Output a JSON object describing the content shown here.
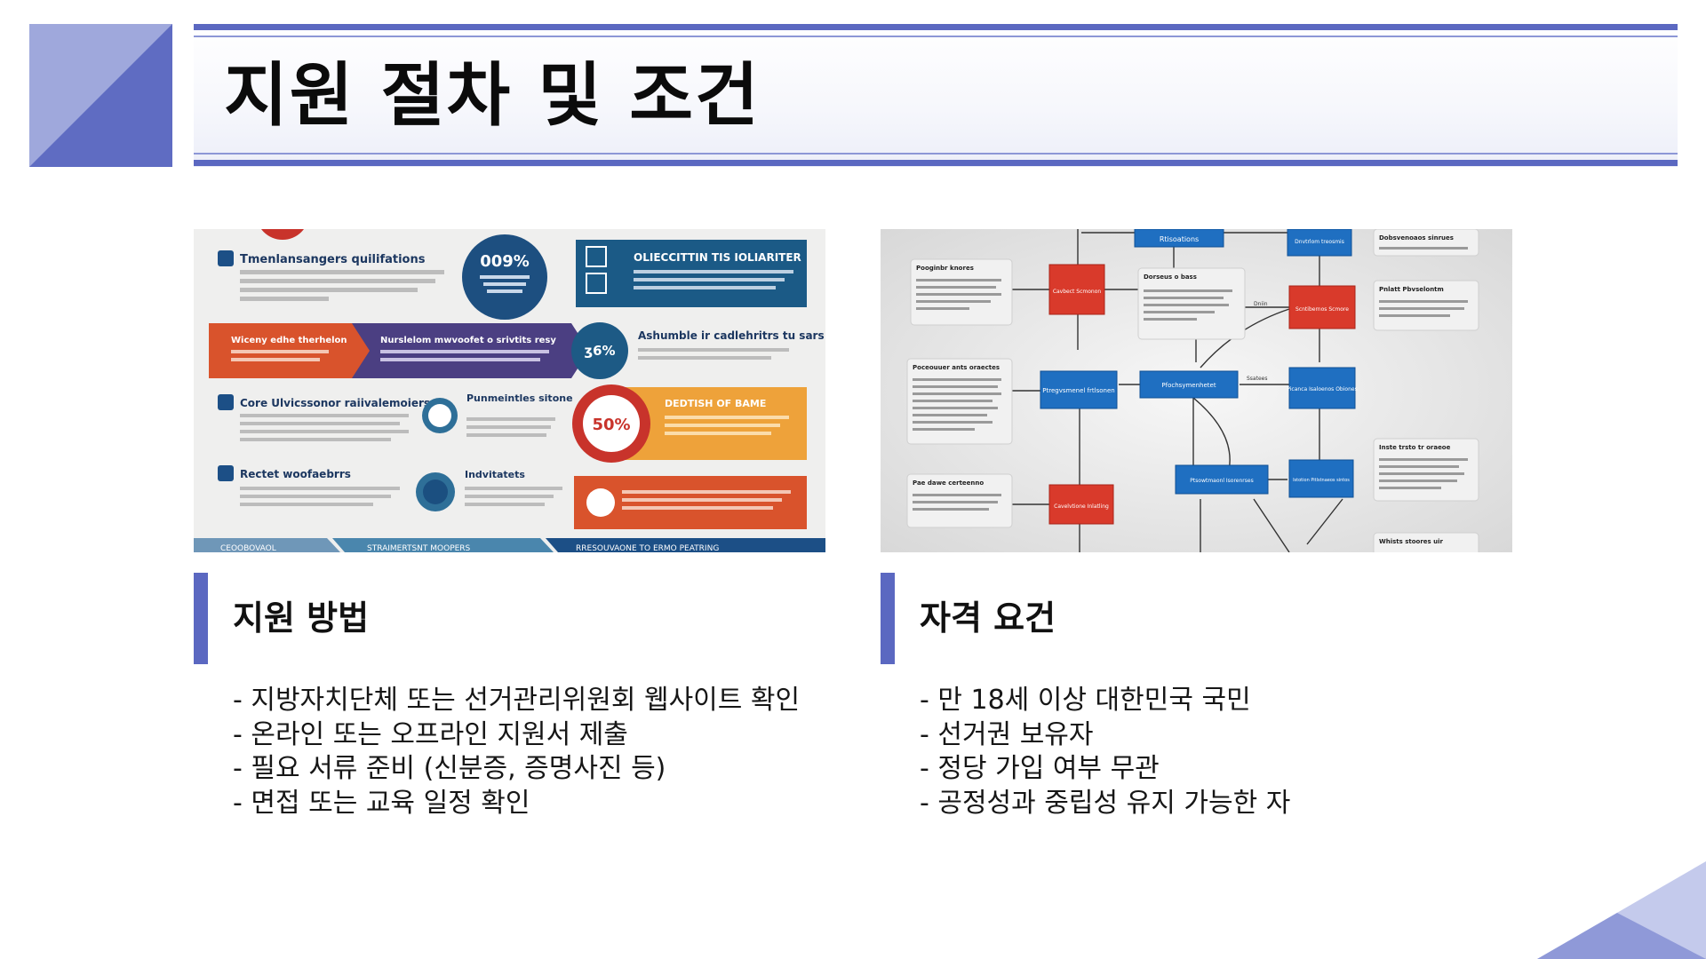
{
  "page": {
    "title": "지원 절차 및 조건"
  },
  "colors": {
    "accent": "#5b68c1",
    "accent_light": "#9fa8dc"
  },
  "sections": [
    {
      "heading": "지원 방법",
      "items": [
        "- 지방자치단체 또는 선거관리위원회 웹사이트 확인",
        "- 온라인 또는 오프라인 지원서 제출",
        "- 필요 서류 준비 (신분증, 증명사진 등)",
        "- 면접 또는 교육 일정 확인"
      ]
    },
    {
      "heading": "자격 요건",
      "items": [
        "- 만 18세 이상 대한민국 국민",
        "- 선거권 보유자",
        "- 정당 가입 여부 무관",
        "- 공정성과 중립성 유지 가능한 자"
      ]
    }
  ],
  "infographic": {
    "headings": [
      "Tmenlansangers quilifations",
      "Wiceny edhe therhelon",
      "Nurslelom mwvoofet o srivtits resy",
      "Core Ulvicssonor raiivalemoiers",
      "Rectet woofaebrrs",
      "Punmeintles sitone",
      "Indvitatets",
      "OLIECCITTIN TIS IOLIARITER",
      "Ashumble ir cadlehritrs tu sars",
      "DEDTISH OF BAME"
    ],
    "badges": [
      "009%",
      "ʒ6%",
      "50%"
    ],
    "footer_tabs": [
      "CEOOBOVAOL",
      "STRAIMERTSNT MOOPERS",
      "RRESOUVAONE TO ERMO PEATRING"
    ]
  },
  "flowchart": {
    "nodes": [
      "Rtisoations",
      "Dnvtrlom treosmis",
      "Cavbect Scmonon",
      "Scntibernos Scmore",
      "Ptregvsmenel frtlsonen",
      "Pfochsymenhetet",
      "Picanca Isaloenos Obiones",
      "Ptsowtmaonl Isorenrses",
      "Istotion Pitlstnaeos sintos",
      "Cavelvtione Inlatling"
    ],
    "notes": [
      "Pooginbr knores",
      "Dorseus o bass",
      "Dobsvenoaos sinrues",
      "Pnlatt Pbvselontm",
      "Poceouuer ants oraectes",
      "Inste trsto tr oraeoe",
      "Pae dawe certeenno",
      "Whists stoores uir"
    ],
    "edge_labels": [
      "Dniin",
      "Ssatees"
    ]
  }
}
